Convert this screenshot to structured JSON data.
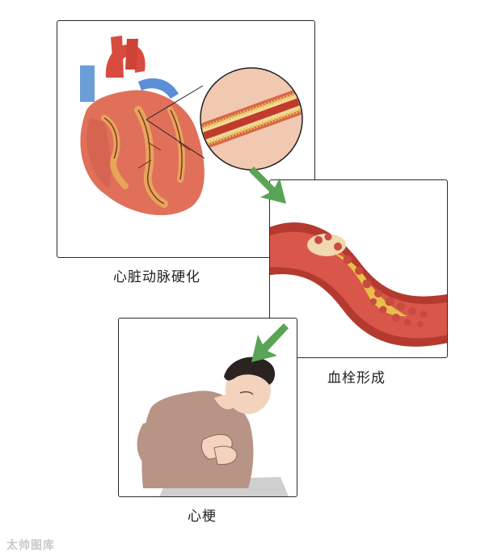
{
  "captions": {
    "atherosclerosis": "心脏动脉硬化",
    "thrombus": "血栓形成",
    "infarction": "心梗"
  },
  "watermark": "太帅图库",
  "colors": {
    "arrow": "#5aa455",
    "border": "#2a2a2a",
    "heart": "#e0705a",
    "plaque": "#e8c85a",
    "blood": "#c94a3e",
    "shirt": "#b89486",
    "hair": "#2a2320"
  },
  "icons": {
    "arrow": "arrow-down-right-icon"
  }
}
